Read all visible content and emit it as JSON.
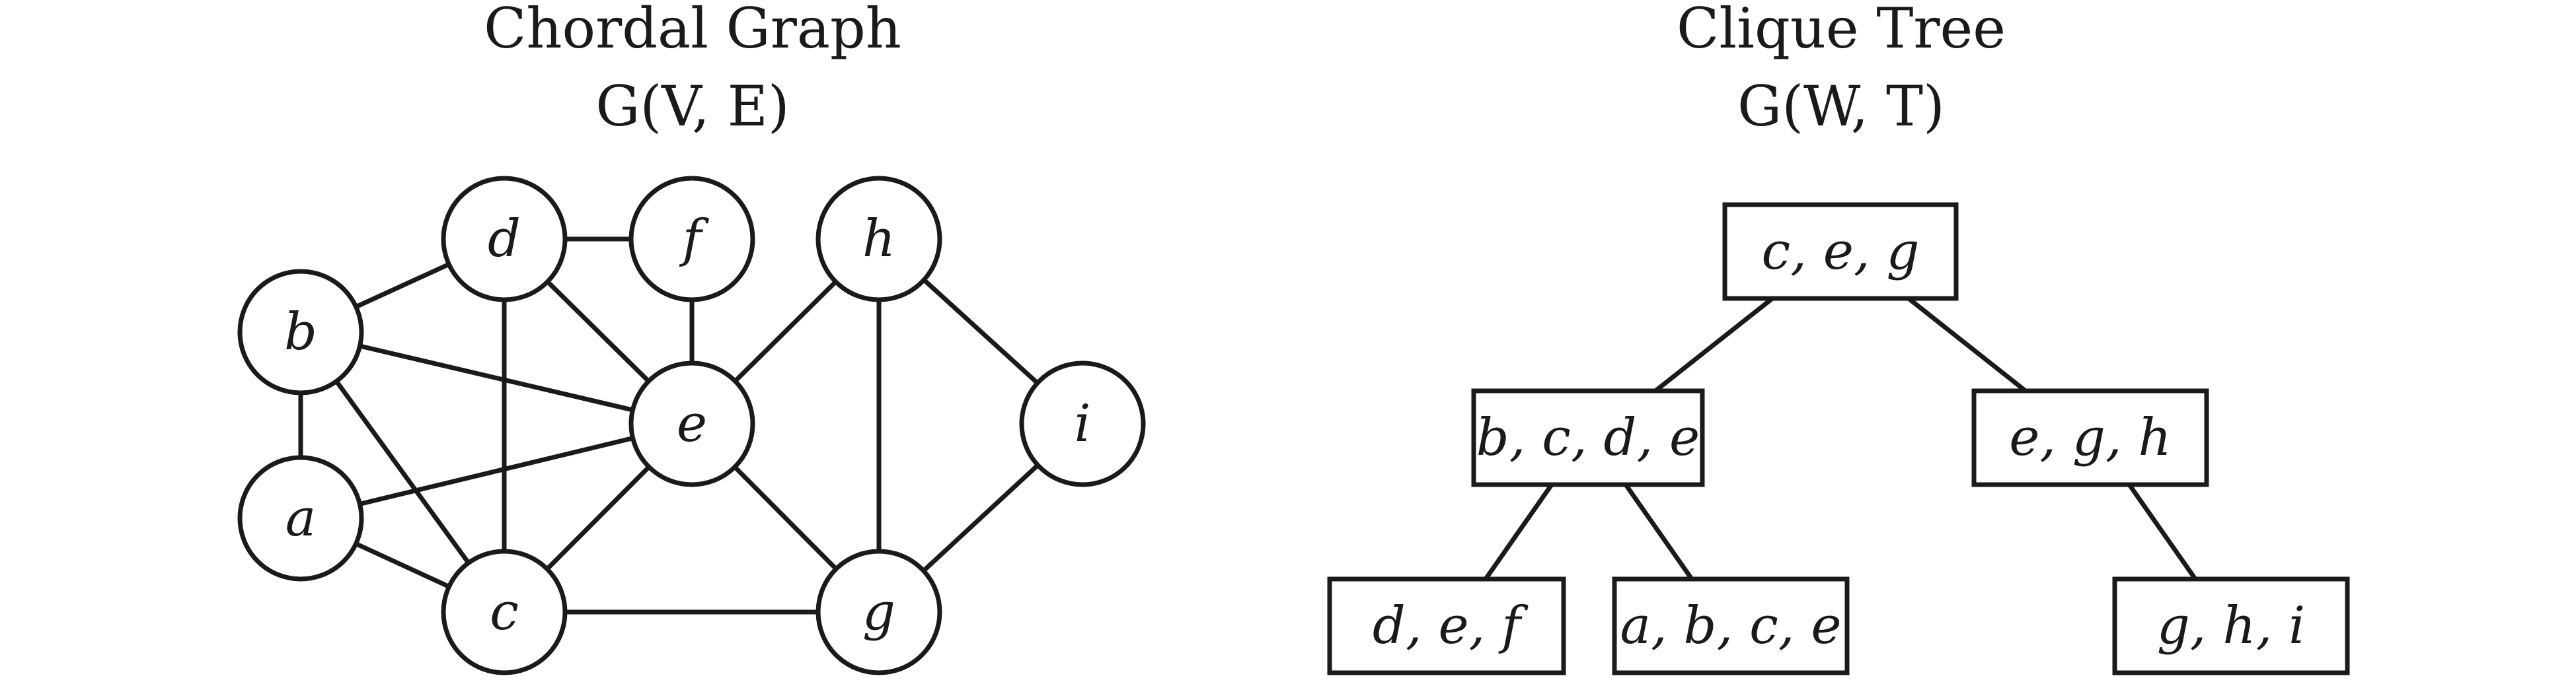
{
  "graph_panel": {
    "title": "Chordal Graph",
    "subtitle": "G(V, E)",
    "nodes": [
      {
        "id": "a",
        "label": "a"
      },
      {
        "id": "b",
        "label": "b"
      },
      {
        "id": "c",
        "label": "c"
      },
      {
        "id": "d",
        "label": "d"
      },
      {
        "id": "e",
        "label": "e"
      },
      {
        "id": "f",
        "label": "f"
      },
      {
        "id": "g",
        "label": "g"
      },
      {
        "id": "h",
        "label": "h"
      },
      {
        "id": "i",
        "label": "i"
      }
    ],
    "edges": [
      [
        "b",
        "d"
      ],
      [
        "d",
        "f"
      ],
      [
        "b",
        "a"
      ],
      [
        "b",
        "e"
      ],
      [
        "b",
        "c"
      ],
      [
        "d",
        "c"
      ],
      [
        "d",
        "e"
      ],
      [
        "f",
        "e"
      ],
      [
        "a",
        "e"
      ],
      [
        "a",
        "c"
      ],
      [
        "c",
        "e"
      ],
      [
        "c",
        "g"
      ],
      [
        "e",
        "h"
      ],
      [
        "e",
        "g"
      ],
      [
        "h",
        "g"
      ],
      [
        "h",
        "i"
      ],
      [
        "g",
        "i"
      ]
    ]
  },
  "tree_panel": {
    "title": "Clique Tree",
    "subtitle": "G(W, T)",
    "cliques": [
      {
        "id": "ceg",
        "label": "c, e, g"
      },
      {
        "id": "bcde",
        "label": "b, c, d, e"
      },
      {
        "id": "egh",
        "label": "e, g, h"
      },
      {
        "id": "def",
        "label": "d, e, f"
      },
      {
        "id": "abce",
        "label": "a, b, c, e"
      },
      {
        "id": "ghi",
        "label": "g, h, i"
      }
    ],
    "edges": [
      [
        "ceg",
        "bcde"
      ],
      [
        "ceg",
        "egh"
      ],
      [
        "bcde",
        "def"
      ],
      [
        "bcde",
        "abce"
      ],
      [
        "egh",
        "ghi"
      ]
    ]
  }
}
